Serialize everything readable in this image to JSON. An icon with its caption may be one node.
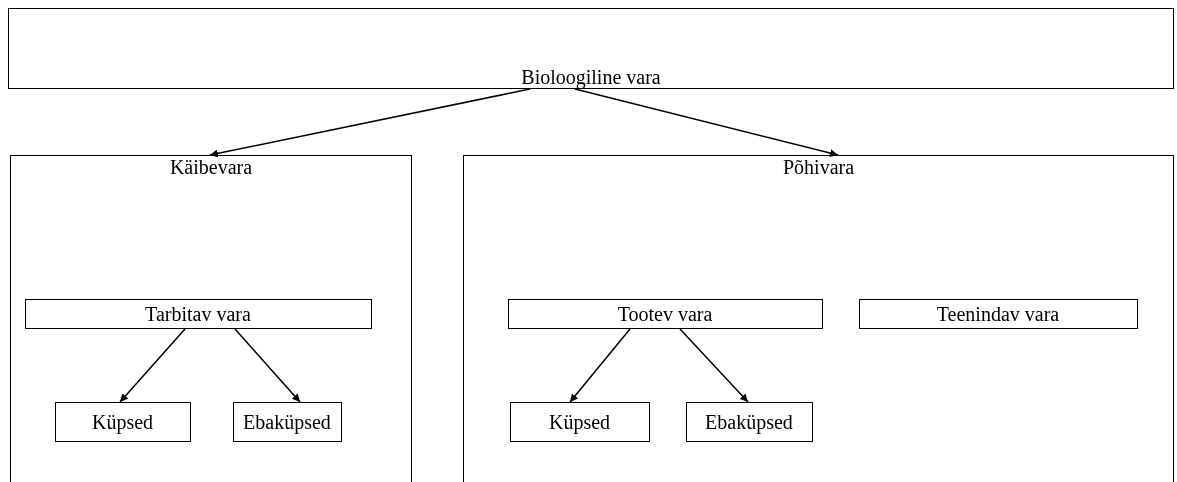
{
  "diagram": {
    "nodes": [
      {
        "text": [
          "Bioloogiline vara"
        ]
      },
      {
        "text": [
          "Käibevara"
        ]
      },
      {
        "text": [
          "Põhivara"
        ]
      },
      {
        "text": [
          "Tarbitav vara"
        ],
        "in": 1
      },
      {
        "text": [
          "Küpsed"
        ],
        "in": 1
      },
      {
        "text": [
          "Ebaküpsed"
        ],
        "in": 1
      },
      {
        "text": [
          "Tootev vara"
        ],
        "in": 2
      },
      {
        "text": [
          "Teenindav vara"
        ],
        "in": 2
      },
      {
        "text": [
          "Küpsed"
        ],
        "in": 2
      },
      {
        "text": [
          "Ebaküpsed"
        ],
        "in": 2
      }
    ],
    "edges": [
      {
        "from": 0,
        "to": 1,
        "arrow": "to"
      },
      {
        "from": 0,
        "to": 2,
        "arrow": "to"
      },
      {
        "from": 3,
        "to": 4,
        "arrow": "to"
      },
      {
        "from": 3,
        "to": 5,
        "arrow": "to"
      },
      {
        "from": 6,
        "to": 8,
        "arrow": "to"
      },
      {
        "from": 6,
        "to": 9,
        "arrow": "to"
      }
    ]
  }
}
